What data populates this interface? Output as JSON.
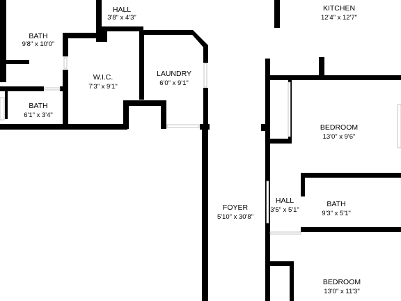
{
  "rooms": {
    "hall_top": {
      "name": "HALL",
      "dims": "3'8\" x 4'3\""
    },
    "bath_upper": {
      "name": "BATH",
      "dims": "9'8\" x 10'0\""
    },
    "wic": {
      "name": "W.I.C.",
      "dims": "7'3\" x 9'1\""
    },
    "laundry": {
      "name": "LAUNDRY",
      "dims": "6'0\" x 9'1\""
    },
    "bath_lower": {
      "name": "BATH",
      "dims": "6'1\" x 3'4\""
    },
    "kitchen": {
      "name": "KITCHEN",
      "dims": "12'4\" x 12'7\""
    },
    "bedroom_upper": {
      "name": "BEDROOM",
      "dims": "13'0\" x 9'6\""
    },
    "foyer": {
      "name": "FOYER",
      "dims": "5'10\" x 30'8\""
    },
    "hall_mid": {
      "name": "HALL",
      "dims": "3'5\" x 5'1\""
    },
    "bath_right": {
      "name": "BATH",
      "dims": "9'3\" x 5'1\""
    },
    "bedroom_lower": {
      "name": "BEDROOM",
      "dims": "13'0\" x 11'3\""
    }
  },
  "colors": {
    "wall": "#000000",
    "background": "#ffffff",
    "opening": "#b8b8b8"
  }
}
